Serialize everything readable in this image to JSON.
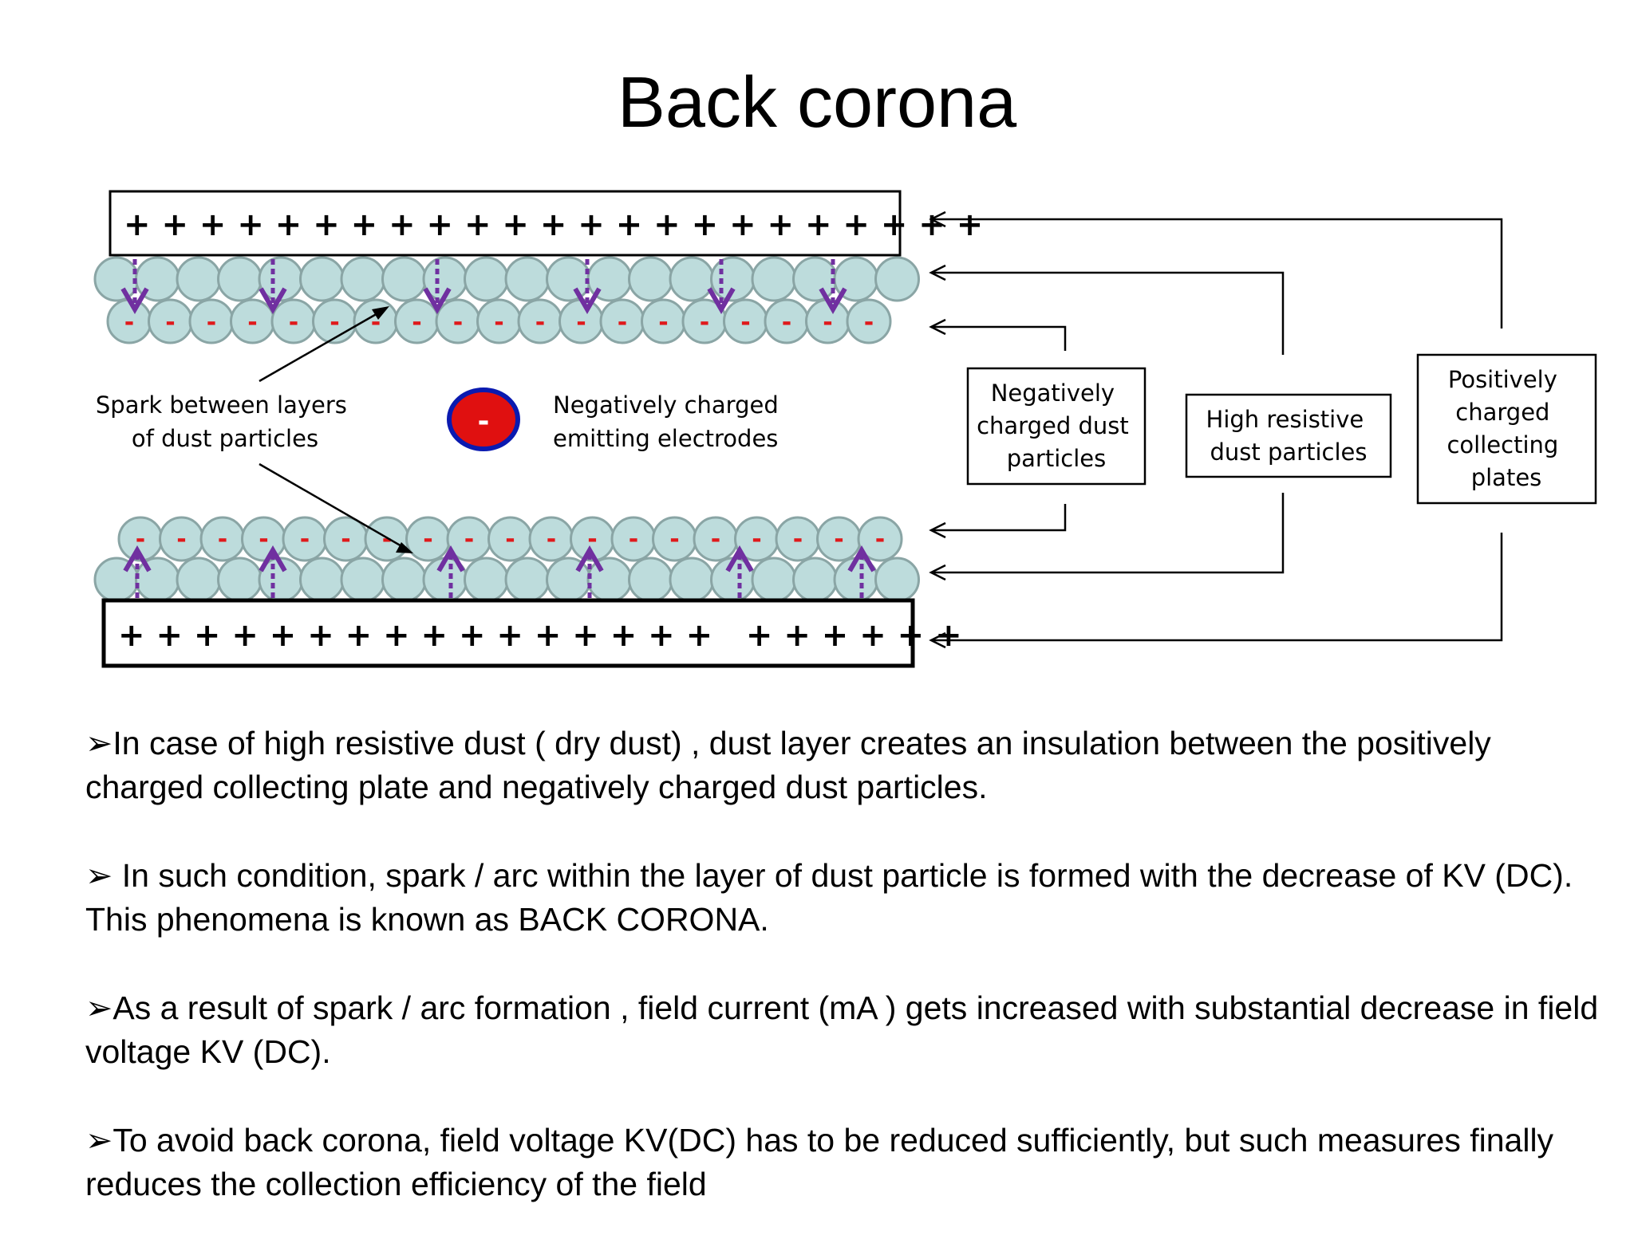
{
  "title": "Back corona",
  "diagram": {
    "top_plate_signs": "+ + + + + + + + + + + + + + + + + + + + + + +",
    "bottom_plate_signs": "+ + + + + + + + + + + + + + + +   + + + + + +",
    "particle_charge_sign": "-",
    "electrode_sign": "-",
    "spark_label": [
      "Spark between layers",
      "of dust  particles"
    ],
    "electrode_label": [
      "Negatively  charged",
      "emitting electrodes"
    ],
    "boxes": {
      "negative_dust": [
        "Negatively",
        "charged dust",
        "particles"
      ],
      "high_resistive": [
        "High resistive",
        "dust particles"
      ],
      "positive_plates": [
        "Positively",
        "charged",
        "collecting",
        "plates"
      ]
    },
    "colors": {
      "particle_fill": "#bddcdc",
      "particle_stroke": "#8aa5a5",
      "spark_arrow": "#7030a0",
      "negative_sign": "#e0191b",
      "electrode_fill": "#e01010",
      "electrode_stroke": "#0a1ab0"
    }
  },
  "bullets": [
    {
      "marker": "➢",
      "text": "In case of high resistive dust ( dry dust) , dust layer creates an insulation between the positively charged collecting plate and negatively charged dust particles."
    },
    {
      "marker": "➢",
      "text": " In such condition, spark / arc within the layer of dust particle is formed with the decrease of KV (DC). This phenomena is known as BACK CORONA."
    },
    {
      "marker": "➢",
      "text": "As a result of spark / arc formation , field current (mA ) gets increased  with substantial decrease in field voltage KV (DC)."
    },
    {
      "marker": "➢",
      "text": "To avoid back corona, field voltage KV(DC) has to be reduced sufficiently, but such measures finally  reduces the collection efficiency of the field"
    }
  ]
}
